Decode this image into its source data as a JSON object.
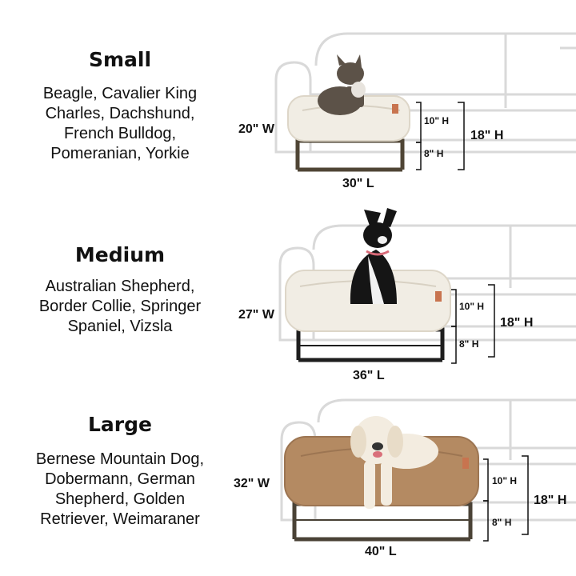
{
  "sections": [
    {
      "title": "Small",
      "breeds": [
        "Beagle, Cavalier King",
        "Charles, Dachshund,",
        "French Bulldog,",
        "Pomeranian, Yorkie"
      ],
      "width_label": "20\" W",
      "length_label": "30\" L",
      "cushion_height_label": "10\" H",
      "leg_height_label": "8\" H",
      "total_height_label": "18\" H",
      "bed_color": "#f1ede4",
      "bed_image": "cream-dog-bed-with-french-bulldog"
    },
    {
      "title": "Medium",
      "breeds": [
        "Australian Shepherd,",
        "Border Collie, Springer",
        "Spaniel, Vizsla"
      ],
      "width_label": "27\" W",
      "length_label": "36\" L",
      "cushion_height_label": "10\" H",
      "leg_height_label": "8\" H",
      "total_height_label": "18\" H",
      "bed_color": "#f1ede4",
      "bed_image": "cream-dog-bed-with-border-collie"
    },
    {
      "title": "Large",
      "breeds": [
        "Bernese Mountain Dog,",
        "Dobermann, German",
        "Shepherd, Golden",
        "Retriever, Weimaraner"
      ],
      "width_label": "32\" W",
      "length_label": "40\" L",
      "cushion_height_label": "10\" H",
      "leg_height_label": "8\" H",
      "total_height_label": "18\" H",
      "bed_color": "#b48a62",
      "bed_image": "brown-dog-bed-with-golden-retriever"
    }
  ]
}
